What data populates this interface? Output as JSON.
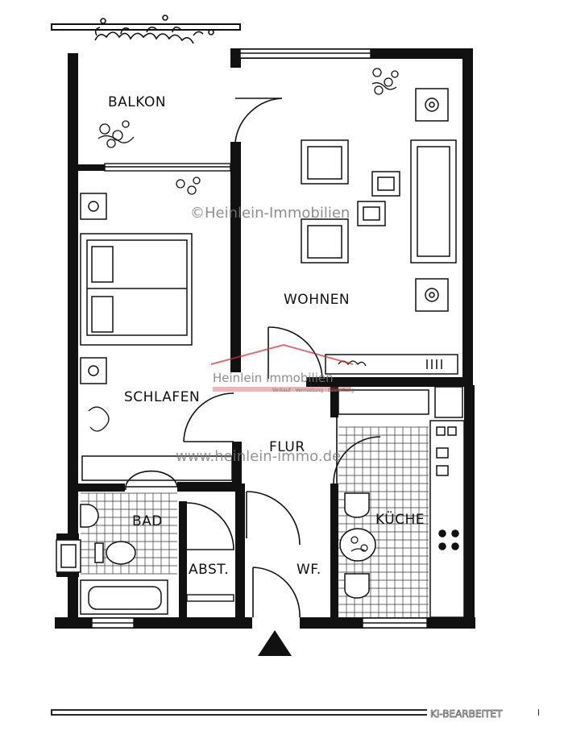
{
  "watermark": {
    "top": "©Heinlein-Immobilien",
    "logo_name": "Heinlein Immobilien",
    "logo_tagline": "Verkauf · Vermietung · Bewertung",
    "url": "www.heinlein-immo.de"
  },
  "rooms": {
    "balkon": "BALKON",
    "wohnen": "WOHNEN",
    "schlafen": "SCHLAFEN",
    "flur": "FLUR",
    "bad": "BAD",
    "abst": "ABST.",
    "wf": "WF.",
    "kueche": "KÜCHE"
  },
  "footer_badge": "KI-BEARBEITET",
  "colors": {
    "wall": "#111111",
    "line": "#222222",
    "watermark": "#7a7a7a",
    "logo_accent": "#c8323a"
  }
}
